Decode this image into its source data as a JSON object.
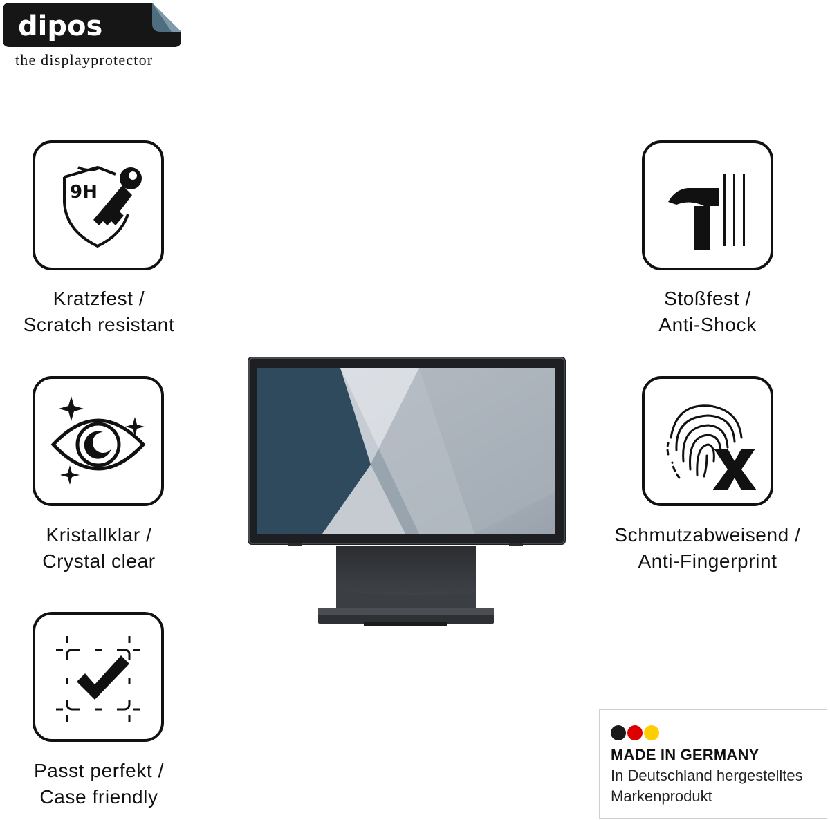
{
  "brand": {
    "name": "dipos",
    "tagline": "the displayprotector"
  },
  "features": [
    {
      "id": "scratch",
      "icon": "shield-key-9h-icon",
      "badge": "9H",
      "line1": "Kratzfest /",
      "line2": "Scratch resistant"
    },
    {
      "id": "clear",
      "icon": "eye-sparkle-icon",
      "line1": "Kristallklar /",
      "line2": "Crystal clear"
    },
    {
      "id": "fit",
      "icon": "checkmark-frame-icon",
      "line1": "Passt perfekt /",
      "line2": "Case friendly"
    },
    {
      "id": "shock",
      "icon": "hammer-icon",
      "line1": "Stoßfest /",
      "line2": "Anti-Shock"
    },
    {
      "id": "fingerprint",
      "icon": "fingerprint-x-icon",
      "line1": "Schmutzabweisend /",
      "line2": "Anti-Fingerprint"
    }
  ],
  "made_in": {
    "title": "MADE IN GERMANY",
    "line1": "In Deutschland hergestelltes",
    "line2": "Markenprodukt",
    "flag_colors": [
      "#1a1a1a",
      "#dd0000",
      "#ffce00"
    ]
  },
  "colors": {
    "accent": "#111111",
    "logo_bg": "#161616",
    "logo_corner": "#4e6e80"
  }
}
